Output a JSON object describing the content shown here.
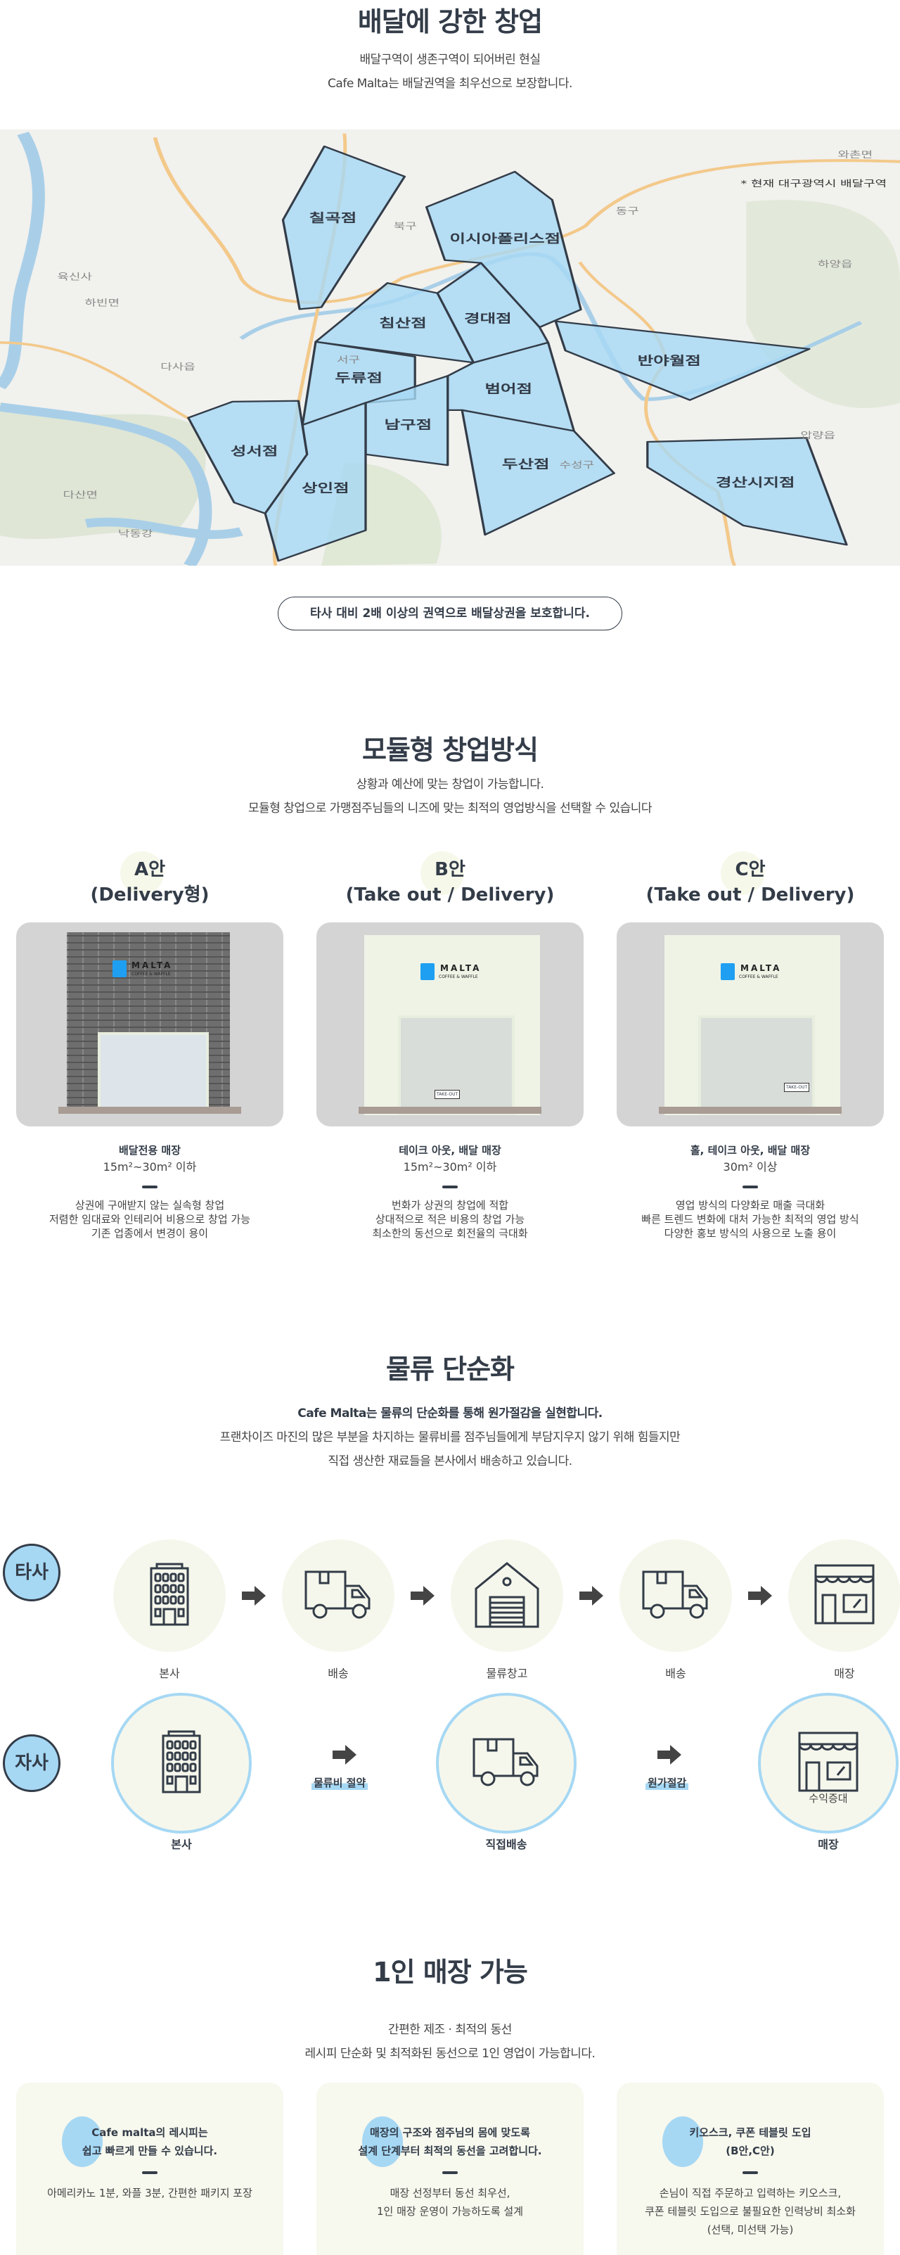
{
  "delivery": {
    "title": "배달에 강한 창업",
    "subtitle": [
      "배달구역이 생존구역이 되어버린 현실",
      "Cafe Malta는 배달권역을 최우선으로 보장합니다."
    ],
    "map_note": "* 현재 대구광역시 배달구역",
    "stores": [
      "칠곡점",
      "이시아폴리스점",
      "경대점",
      "침산점",
      "반야월점",
      "두류점",
      "범어점",
      "남구점",
      "성서점",
      "상인점",
      "두산점",
      "경산시지점"
    ],
    "map_labels": [
      "북구",
      "동구",
      "서구",
      "하빈면",
      "다사읍",
      "다산면",
      "하양읍",
      "와촌면",
      "수성구",
      "압량읍",
      "낙동강",
      "육신사"
    ],
    "pill": "타사 대비 2배 이상의 권역으로 배달상권을 보호합니다."
  },
  "modular": {
    "title": "모듈형 창업방식",
    "subtitle": [
      "상황과 예산에 맞는 창업이 가능합니다.",
      "모듈형 창업으로 가맹점주님들의 니즈에 맞는 최적의 영업방식을 선택할 수 있습니다"
    ],
    "plans": [
      {
        "name": "A안",
        "type": "(Delivery형)",
        "kind": "배달전용 매장",
        "size": "15m²~30m² 이하",
        "lines": [
          "상권에 구애받지 않는 실속형 창업",
          "저렴한 임대료와 인테리어 비용으로 창업 가능",
          "기존 업종에서 변경이 용이"
        ]
      },
      {
        "name": "B안",
        "type": "(Take out / Delivery)",
        "kind": "테이크 아웃, 배달 매장",
        "size": "15m²~30m² 이하",
        "lines": [
          "번화가 상권의 창업에 적합",
          "상대적으로 적은 비용의 창업 가능",
          "최소한의 동선으로 회전율의 극대화"
        ]
      },
      {
        "name": "C안",
        "type": "(Take out / Delivery)",
        "kind": "홀, 테이크 아웃, 배달 매장",
        "size": "30m² 이상",
        "lines": [
          "영업 방식의 다양화로 매출 극대화",
          "빠른 트렌드 변화에 대처 가능한 최적의 영업 방식",
          "다양한 홍보 방식의 사용으로 노출 용이"
        ]
      }
    ],
    "sign": {
      "brand": "MALTA",
      "tagline": "COFFEE & WAFFLE",
      "takeout": "TAKE-OUT"
    }
  },
  "logistics": {
    "title": "물류 단순화",
    "lead": "Cafe Malta는 물류의 단순화를 통해 원가절감을 실현합니다.",
    "subtitle": [
      "프랜차이즈 마진의 많은 부분을 차지하는 물류비를 점주님들에게 부담지우지 않기 위해 힘들지만",
      "직접 생산한 재료들을 본사에서 배송하고 있습니다."
    ],
    "others": {
      "badge": "타사",
      "steps": [
        "본사",
        "배송",
        "물류창고",
        "배송",
        "매장"
      ]
    },
    "ours": {
      "badge": "자사",
      "steps": [
        "본사",
        "직접배송",
        "매장"
      ],
      "notes": [
        "물류비 절약",
        "원가절감"
      ],
      "store_note": "수익증대"
    }
  },
  "solo": {
    "title": "1인 매장 가능",
    "subtitle": [
      "간편한 제조 · 최적의 동선",
      "레시피 단순화 및 최적화된 동선으로 1인 영업이 가능합니다."
    ],
    "cards": [
      {
        "title": [
          "Cafe malta의 레시피는",
          "쉽고 빠르게 만들 수 있습니다."
        ],
        "body": [
          "아메리카노 1분, 와플 3분, 간편한 패키지 포장"
        ]
      },
      {
        "title": [
          "매장의 구조와 점주님의 몸에 맞도록",
          "설계 단계부터 최적의 동선을 고려합니다."
        ],
        "body": [
          "매장 선정부터 동선 최우선,",
          "1인 매장 운영이 가능하도록 설계"
        ]
      },
      {
        "title": [
          "키오스크, 쿠폰 테블릿 도입",
          "(B안,C안)"
        ],
        "body": [
          "손님이 직접 주문하고 입력하는 키오스크,",
          "쿠폰 테블릿 도입으로 불필요한 인력낭비 최소화",
          "(선택, 미선택 가능)"
        ]
      }
    ]
  },
  "colors": {
    "dark": "#333c48",
    "zone": "#a6d8f4",
    "cream": "#f7f8ee"
  }
}
